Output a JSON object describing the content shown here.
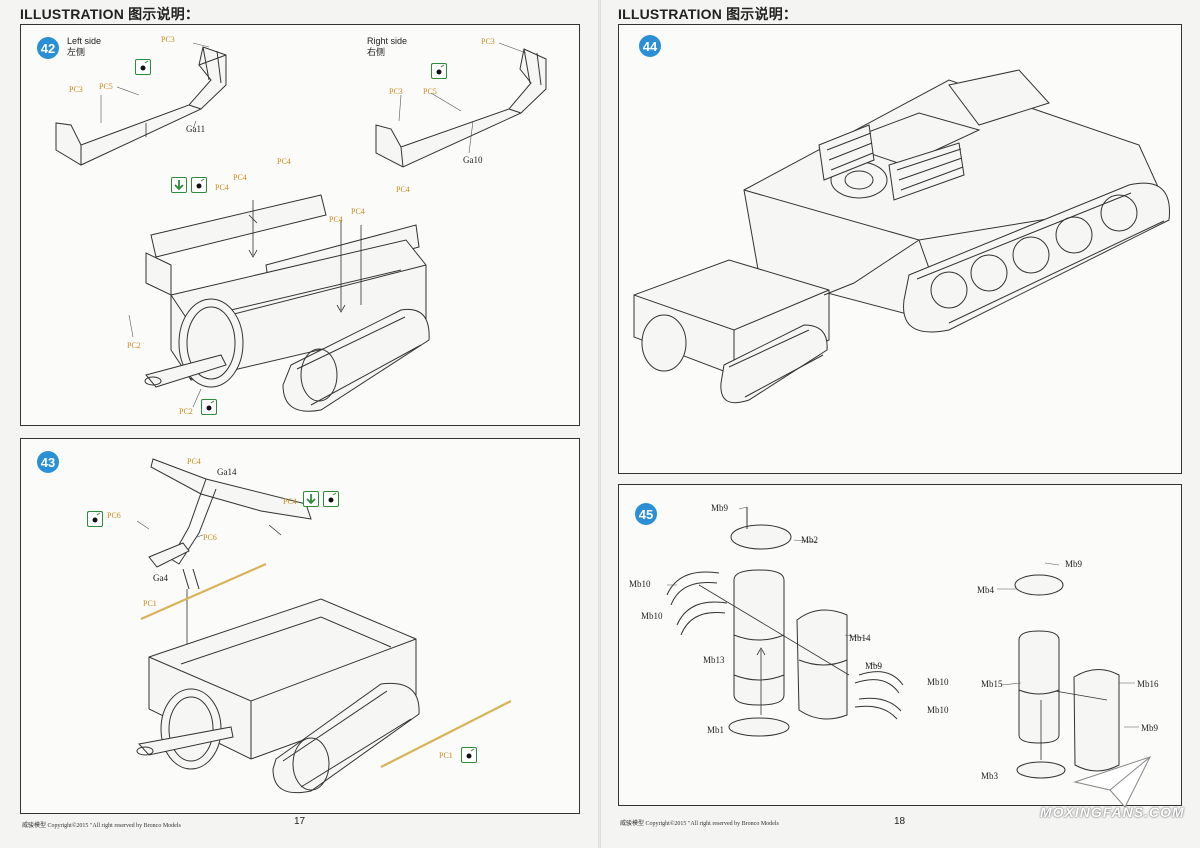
{
  "header": {
    "left_title": "ILLUSTRATION 图示说明：",
    "right_title": "ILLUSTRATION 图示说明："
  },
  "steps": {
    "s42": {
      "number": "42",
      "left_side_en": "Left side",
      "left_side_cn": "左侧",
      "right_side_en": "Right  side",
      "right_side_cn": "右侧",
      "parts": {
        "ga11": "Ga11",
        "ga10": "Ga10"
      },
      "pc_labels": {
        "pc3_a": "PC3",
        "pc5_a": "PC5",
        "pc3_b": "PC3",
        "pc3_c": "PC3",
        "pc5_b": "PC5",
        "pc3_d": "PC3",
        "pc4_a": "PC4",
        "pc4_b": "PC4",
        "pc4_c": "PC4",
        "pc4_d": "PC4",
        "pc4_e": "PC4",
        "pc4_f": "PC4",
        "pc2_a": "PC2",
        "pc2_b": "PC2"
      }
    },
    "s43": {
      "number": "43",
      "parts": {
        "ga14": "Ga14",
        "ga4": "Ga4"
      },
      "pc_labels": {
        "pc4_a": "PC4",
        "pc6_a": "PC6",
        "pc6_b": "PC6",
        "pc4_b": "PC4",
        "pc1_a": "PC1",
        "pc1_b": "PC1"
      }
    },
    "s44": {
      "number": "44"
    },
    "s45": {
      "number": "45",
      "parts": {
        "mb9_a": "Mb9",
        "mb2": "Mb2",
        "mb10_a": "Mb10",
        "mb10_b": "Mb10",
        "mb14": "Mb14",
        "mb13": "Mb13",
        "mb9_b": "Mb9",
        "mb10_c": "Mb10",
        "mb10_d": "Mb10",
        "mb1": "Mb1",
        "mb9_c": "Mb9",
        "mb4": "Mb4",
        "mb15": "Mb15",
        "mb16": "Mb16",
        "mb9_d": "Mb9",
        "mb3": "Mb3"
      }
    }
  },
  "footer": {
    "left_copyright": "威骏模型  Copyright©2015  \"All right reserved by Bronco Models",
    "left_page": "17",
    "right_copyright": "威骏模型  Copyright©2015  \"All right reserved by Bronco Models",
    "right_page": "18"
  },
  "watermark": "MOXINGFANS.COM",
  "icons": {
    "glue": "glue-drop-icon",
    "flip": "flip-arrow-icon",
    "accent": "#2e8a3a",
    "step_badge": "#2a8fd4",
    "pc_color": "#c9891a"
  }
}
